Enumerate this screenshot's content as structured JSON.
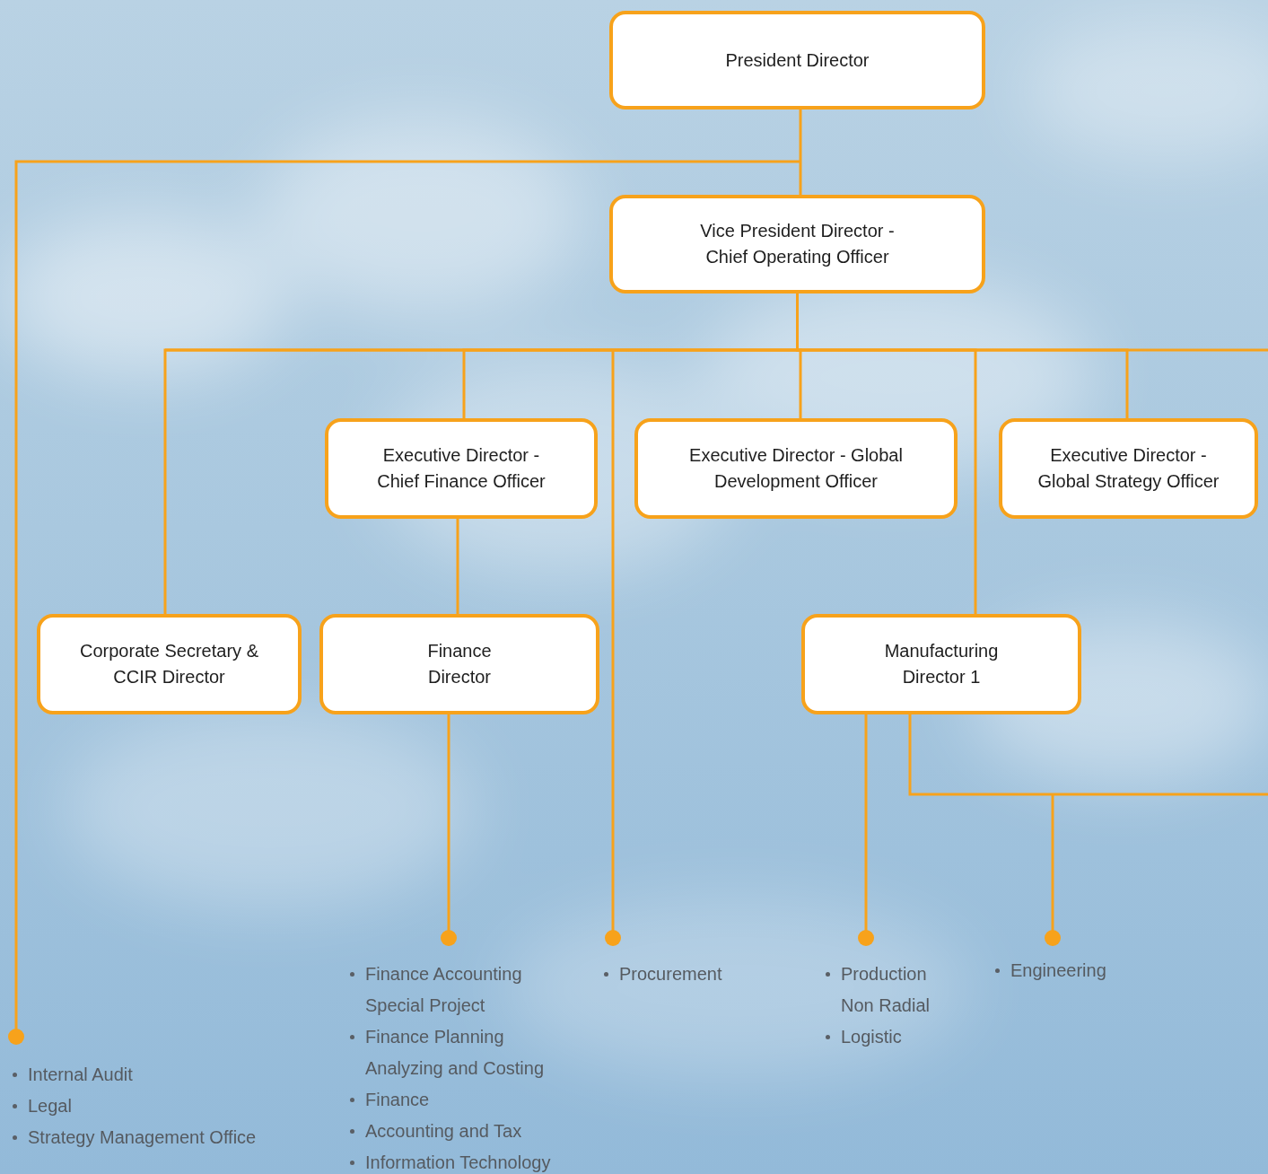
{
  "diagram": {
    "nodes": [
      {
        "text": [
          "President Director"
        ]
      },
      {
        "text": [
          "Vice President Director - Chief Operating Officer"
        ]
      },
      {
        "text": [
          "Executive Director - Chief Finance Officer"
        ]
      },
      {
        "text": [
          "Executive Director - Global Development Officer"
        ]
      },
      {
        "text": [
          "Executive Director - Global Strategy Officer"
        ]
      },
      {
        "text": [
          "Corporate Secretary & CCIR Director"
        ]
      },
      {
        "text": [
          "Finance Director"
        ]
      },
      {
        "text": [
          "Manufacturing Director 1"
        ]
      }
    ],
    "edges": [
      {
        "from": 0,
        "to": 1,
        "arrow": "none"
      },
      {
        "from": 1,
        "to": 2,
        "arrow": "none"
      },
      {
        "from": 1,
        "to": 3,
        "arrow": "none"
      },
      {
        "from": 1,
        "to": 4,
        "arrow": "none"
      },
      {
        "from": 1,
        "to": 5,
        "arrow": "none"
      },
      {
        "from": 2,
        "to": 6,
        "arrow": "none"
      },
      {
        "from": 1,
        "to": 7,
        "arrow": "none"
      }
    ],
    "labels": [
      "Internal Audit",
      "Legal",
      "Strategy Management Office",
      "Finance Accounting Special Project",
      "Finance Planning Analyzing and Costing",
      "Finance",
      "Accounting and Tax",
      "Information Technology",
      "Procurement",
      "Production Non Radial",
      "Logistic",
      "Engineering"
    ]
  }
}
